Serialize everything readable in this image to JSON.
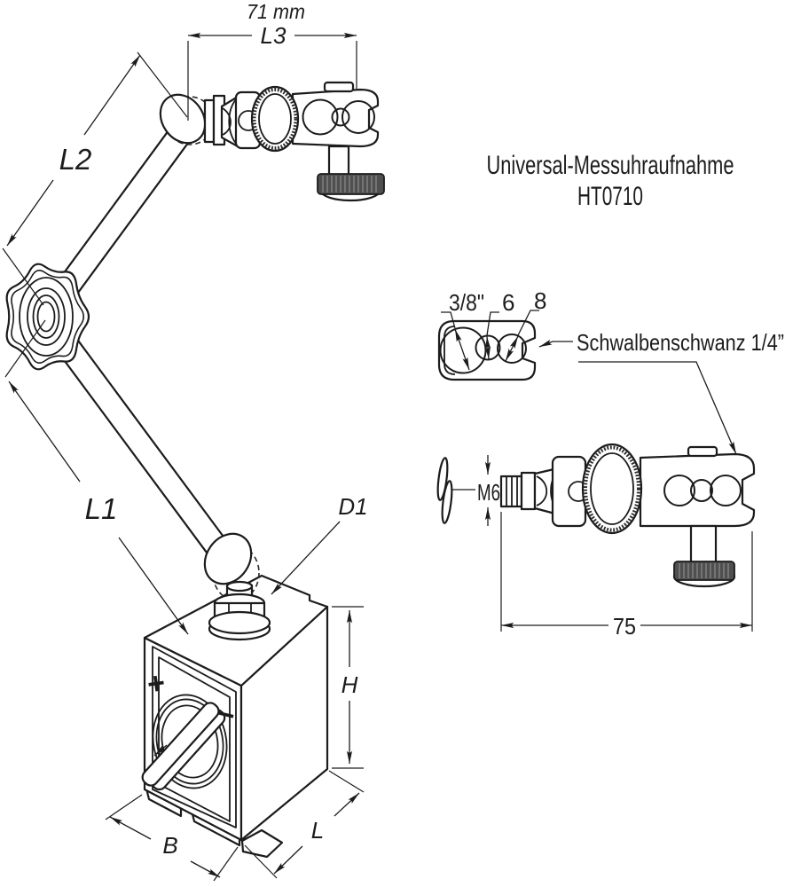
{
  "colors": {
    "line": "#1c1c1c",
    "knurl_fill": "#4f4f4f",
    "background": "#ffffff"
  },
  "title": {
    "line1": "Universal-Messuhraufnahme",
    "line2": "HT0710"
  },
  "dimensions": {
    "top_value": "71 mm",
    "top": "L3",
    "upper_arm": "L2",
    "lower_arm": "L1",
    "stud": "D1",
    "height": "H",
    "width": "B",
    "depth": "L"
  },
  "clamp_detail": {
    "hole1": "3/8\"",
    "hole2": "6",
    "hole3": "8",
    "dovetail": "Schwalbenschwanz 1/4”",
    "thread": "M6",
    "length": "75"
  },
  "magnet_switch": {
    "on": "+",
    "off": "−"
  }
}
